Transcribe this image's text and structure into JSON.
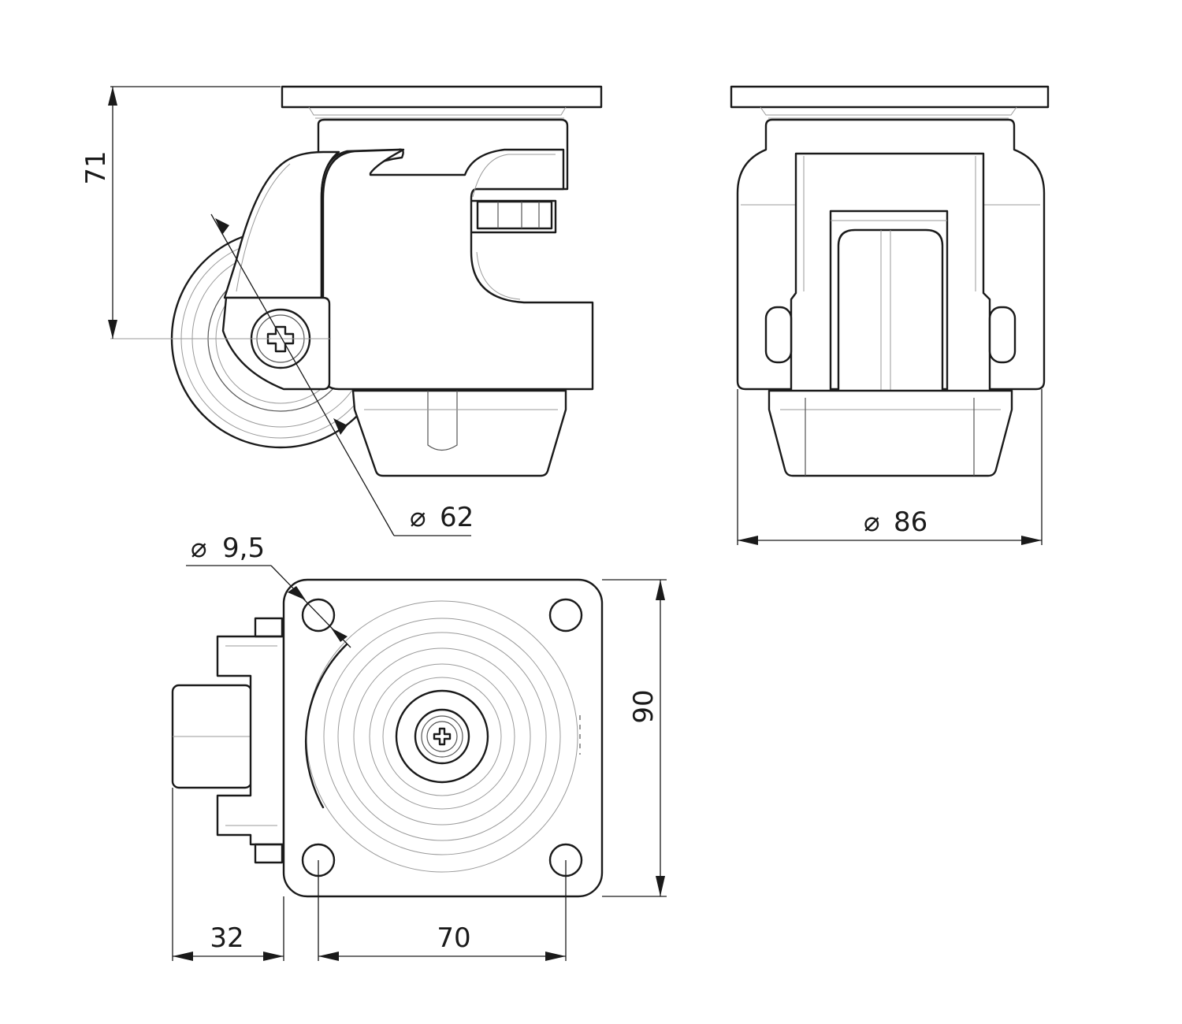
{
  "dimensions": {
    "height": "71",
    "wheel_diameter": "62",
    "overall_width": "86",
    "hole_diameter": "9,5",
    "plate_side": "90",
    "offset": "32",
    "hole_spacing": "70"
  },
  "symbols": {
    "diameter": "⌀"
  },
  "colors": {
    "outline": "#1a1a1a",
    "thin_line": "#9a9a9a",
    "background": "#ffffff"
  }
}
